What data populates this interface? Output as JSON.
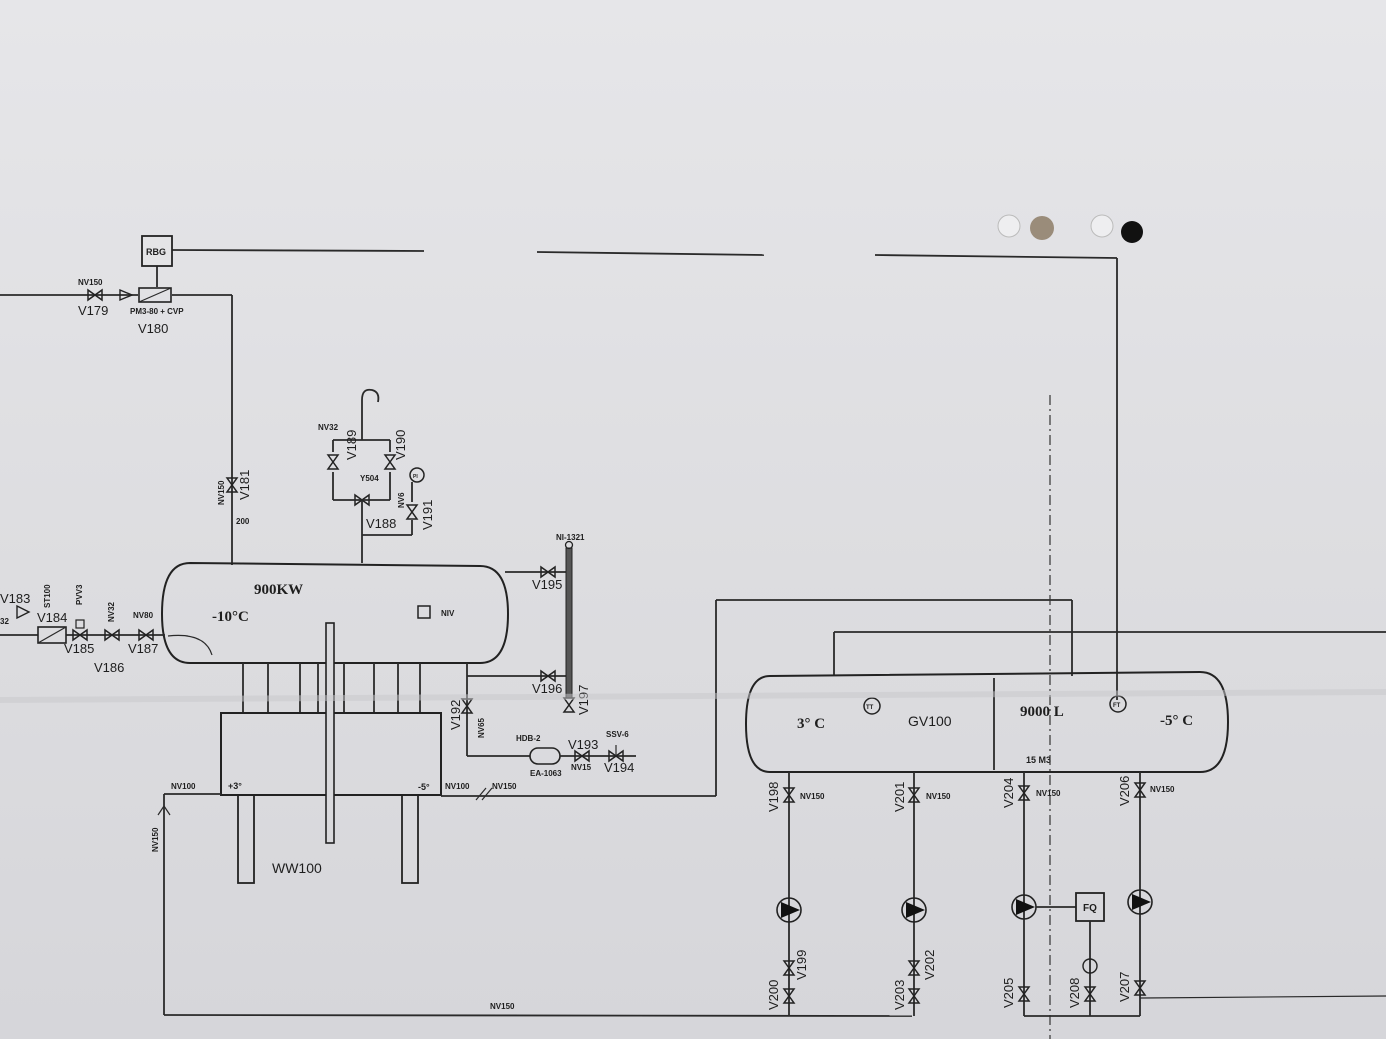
{
  "equipment": {
    "vessel_top_power": "900KW",
    "vessel_top_temp": "-10°C",
    "vessel_top_level": "NIV",
    "exchanger_name": "WW100",
    "exchanger_in_temp": "+3°",
    "exchanger_out_temp": "-5°",
    "buffer_temp_left": "3° C",
    "buffer_name": "GV100",
    "buffer_volume": "9000 L",
    "buffer_temp_right": "-5° C",
    "buffer_volume_m3": "15 M3",
    "tt_label": "TT",
    "ft_label": "FT",
    "pi_label": "PI",
    "fq_label": "FQ",
    "rbg_label": "RBG"
  },
  "valves": {
    "v179": "V179",
    "v180": "V180",
    "v181": "V181",
    "v183": "V183",
    "v184": "V184",
    "v185": "V185",
    "v186": "V186",
    "v187": "V187",
    "v188": "V188",
    "v189": "V189",
    "v190": "V190",
    "v191": "V191",
    "v192": "V192",
    "v193": "V193",
    "v194": "V194",
    "v195": "V195",
    "v196": "V196",
    "v197": "V197",
    "v198": "V198",
    "v199": "V199",
    "v200": "V200",
    "v201": "V201",
    "v202": "V202",
    "v203": "V203",
    "v204": "V204",
    "v205": "V205",
    "v206": "V206",
    "v207": "V207",
    "v208": "V208"
  },
  "specs": {
    "nv150": "NV150",
    "nv100": "NV100",
    "nv80": "NV80",
    "nv32": "NV32",
    "nv65": "NV65",
    "nv15": "NV15",
    "nv6": "NV6",
    "pm3": "PM3-80 + CVP",
    "dn200": "200",
    "y504": "Y504",
    "st100": "ST100",
    "pvv3": "PVV3",
    "ni1321": "NI-1321",
    "hdb2": "HDB-2",
    "ea1063": "EA-1063",
    "ssv6": "SSV-6",
    "n32": "32"
  }
}
